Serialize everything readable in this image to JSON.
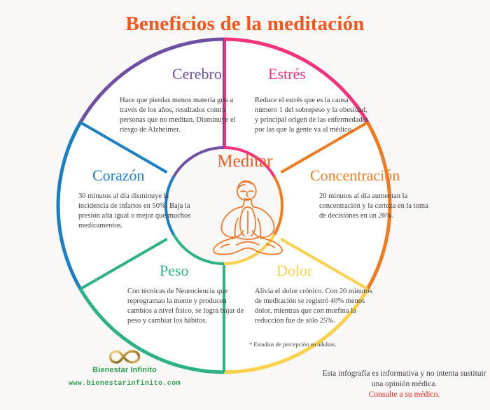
{
  "page": {
    "title": "Beneficios de la meditación",
    "background_color": "#faf8f6",
    "title_color": "#f4561d"
  },
  "center": {
    "label": "Meditar",
    "label_color": "#f4561d",
    "icon": "meditating-person-icon"
  },
  "segments": [
    {
      "key": "cerebro",
      "heading": "Cerebro",
      "color": "#6f4fa3",
      "body": "Hace que pierdas menos materia gris a través de los años, resultados contra personas que no meditan.  Disminuye el riesgo de Alzheimer."
    },
    {
      "key": "estres",
      "heading": "Estrés",
      "color": "#f6327d",
      "body": "Reduce el estrés que es la causa número 1 del sobrepeso y la obesidad, y principal origen de las enfermedades por las que la gente va al médico."
    },
    {
      "key": "concentracion",
      "heading": "Concentración",
      "color": "#f07b22",
      "body": "20 minutos al día aumentan la concentración y la certeza en la toma de decisiones en  un 26%."
    },
    {
      "key": "dolor",
      "heading": "Dolor",
      "color": "#fbd04a",
      "body": "Alivia el dolor crónico. Con 20 minutos de meditación se registró 40% menos dolor, mientras que con morfina  la reducción fue de sólo 25%."
    },
    {
      "key": "peso",
      "heading": "Peso",
      "color": "#2eb185",
      "body": "Con técnicas de Neurociencia que reprograman la mente y producen cambios a nivel físico, se logra bajar de peso y cambiar los hábitos."
    },
    {
      "key": "corazon",
      "heading": "Corazón",
      "color": "#1b7fc4",
      "body": "30 minutos al día disminuye la incidencia de infartos en 50%.  Baja la presión alta igual o mejor que muchos medicamentos."
    }
  ],
  "footnote": "* Estudios de percepción en adultos.",
  "disclaimer": {
    "text": "Esta infografía es informativa y no intenta sustituir una opinión médica.",
    "doctor_line": "Consulte a su médico.",
    "doctor_color": "#e8211c"
  },
  "logo": {
    "icon": "infinity-icon",
    "name": "Bienestar Infinito",
    "url": "www.bienestarinfinito.com",
    "color": "#2f9e52"
  }
}
